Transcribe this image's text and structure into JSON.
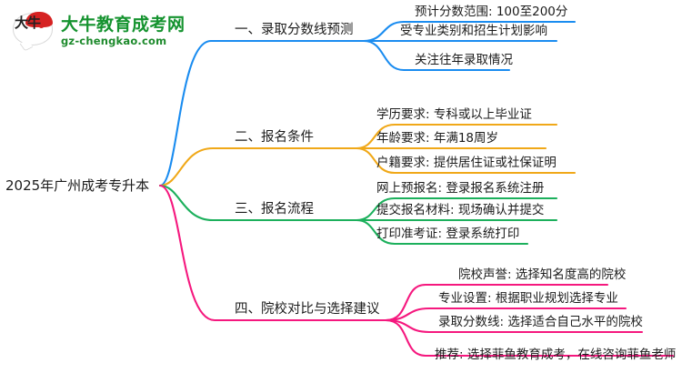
{
  "logo": {
    "mark_text": "大牛",
    "title": "大牛教育成考网",
    "domain": "gz-chengkao.com",
    "title_color": "#15932f",
    "cap_color": "#d62222"
  },
  "mindmap": {
    "type": "mindmap",
    "root": "2025年广州成考专升本",
    "branches": [
      {
        "label": "一、录取分数线预测",
        "color": "#1a8cf0",
        "children": [
          "预计分数范围: 100至200分",
          "受专业类别和招生计划影响",
          "关注往年录取情况"
        ]
      },
      {
        "label": "二、报名条件",
        "color": "#f0a818",
        "children": [
          "学历要求: 专科或以上毕业证",
          "年龄要求: 年满18周岁",
          "户籍要求: 提供居住证或社保证明"
        ]
      },
      {
        "label": "三、报名流程",
        "color": "#1cb05c",
        "children": [
          "网上预报名: 登录报名系统注册",
          "提交报名材料: 现场确认并提交",
          "打印准考证: 登录系统打印"
        ]
      },
      {
        "label": "四、院校对比与选择建议",
        "color": "#f5187e",
        "children": [
          "院校声誉: 选择知名度高的院校",
          "专业设置: 根据职业规划选择专业",
          "录取分数线: 选择适合自己水平的院校",
          "推荐: 选择菲鱼教育成考，在线咨询菲鱼老师"
        ]
      }
    ]
  }
}
